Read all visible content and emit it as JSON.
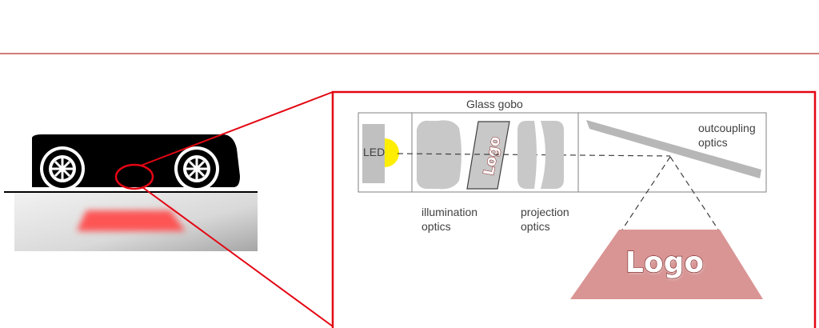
{
  "labels": {
    "glass_gobo": "Glass gobo",
    "led": "LED",
    "gobo_text": "Logo",
    "illumination_line1": "illumination",
    "illumination_line2": "optics",
    "projection_line1": "projection",
    "projection_line2": "optics",
    "outcoupling_line1": "outcoupling",
    "outcoupling_line2": "optics",
    "projected_logo": "Logo"
  },
  "colors": {
    "accent_red": "#e30613",
    "top_rule": "#c0504d",
    "led_yellow": "#ffee00",
    "lens_gray": "#c8c8c8",
    "projection_fill": "#d99594",
    "floor_glow": "#ff5050"
  },
  "icons": {
    "car": "car-silhouette-icon",
    "led": "led-icon"
  }
}
